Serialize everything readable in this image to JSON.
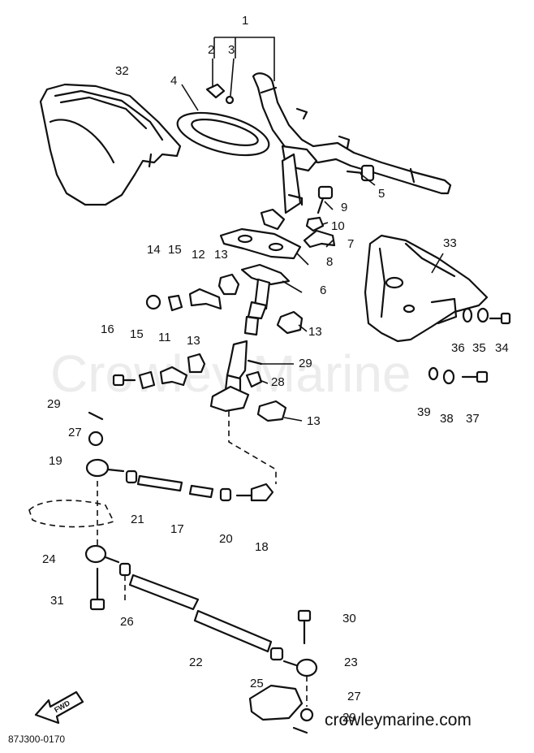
{
  "watermark": "Crowley Marine",
  "website": "crowleymarine.com",
  "diagram_code": "87J300-0170",
  "fwd_label": "FWD",
  "callouts": [
    "1",
    "2",
    "3",
    "4",
    "5",
    "6",
    "7",
    "8",
    "9",
    "10",
    "11",
    "12",
    "13",
    "14",
    "15",
    "16",
    "17",
    "18",
    "19",
    "20",
    "21",
    "22",
    "23",
    "24",
    "25",
    "26",
    "27",
    "28",
    "29",
    "30",
    "31",
    "32",
    "33",
    "34",
    "35",
    "36",
    "37",
    "38",
    "39"
  ]
}
